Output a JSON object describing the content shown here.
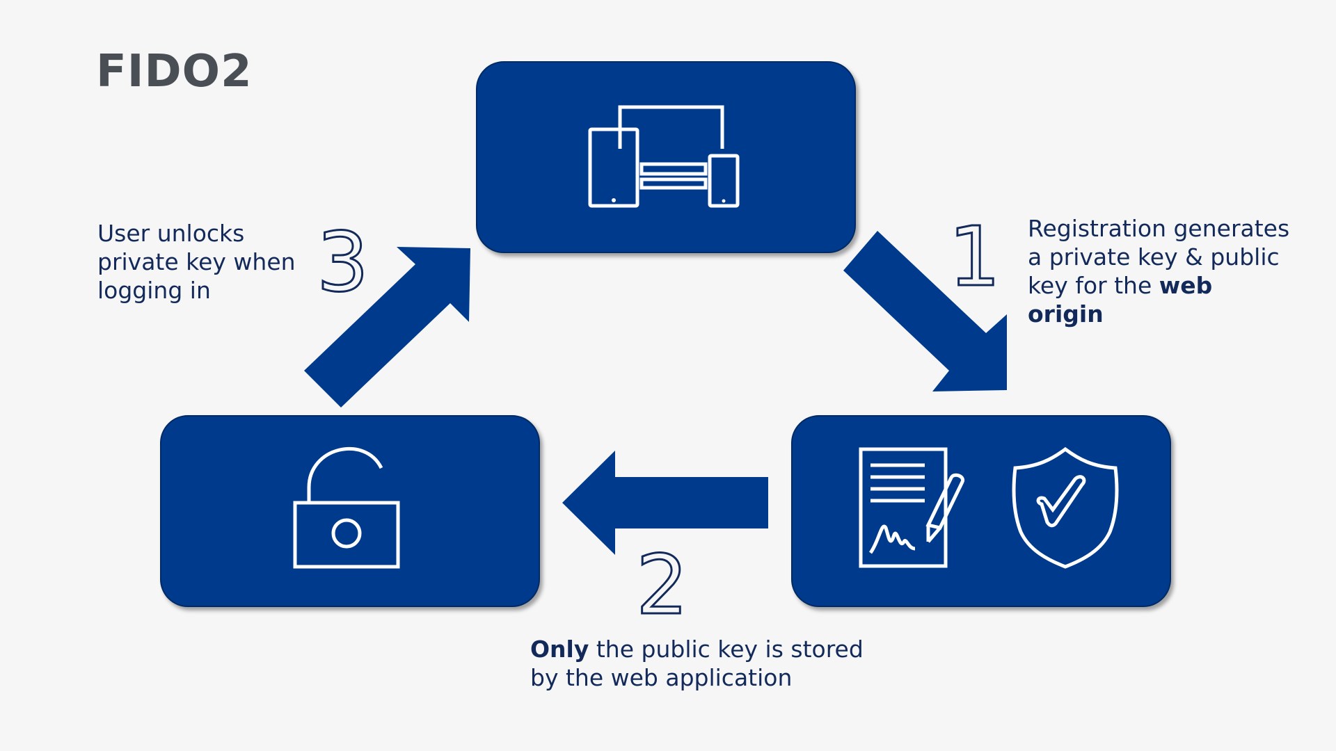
{
  "title": "FIDO2",
  "colors": {
    "box": "#003a8c",
    "arrow": "#003a8c",
    "text": "#12295a",
    "title": "#4a4f55",
    "background": "#f6f6f6"
  },
  "nodes": [
    {
      "id": "devices",
      "icon": "devices-icon"
    },
    {
      "id": "keys",
      "icons": [
        "signed-document-icon",
        "shield-check-icon"
      ]
    },
    {
      "id": "unlock",
      "icon": "open-padlock-icon"
    }
  ],
  "steps": [
    {
      "number": "1",
      "text_parts": [
        "Registration generates a private key & public key for the ",
        "web origin"
      ]
    },
    {
      "number": "2",
      "text_parts": [
        "Only",
        " the public key is stored by the web application"
      ]
    },
    {
      "number": "3",
      "text": "User unlocks private key when logging in"
    }
  ]
}
